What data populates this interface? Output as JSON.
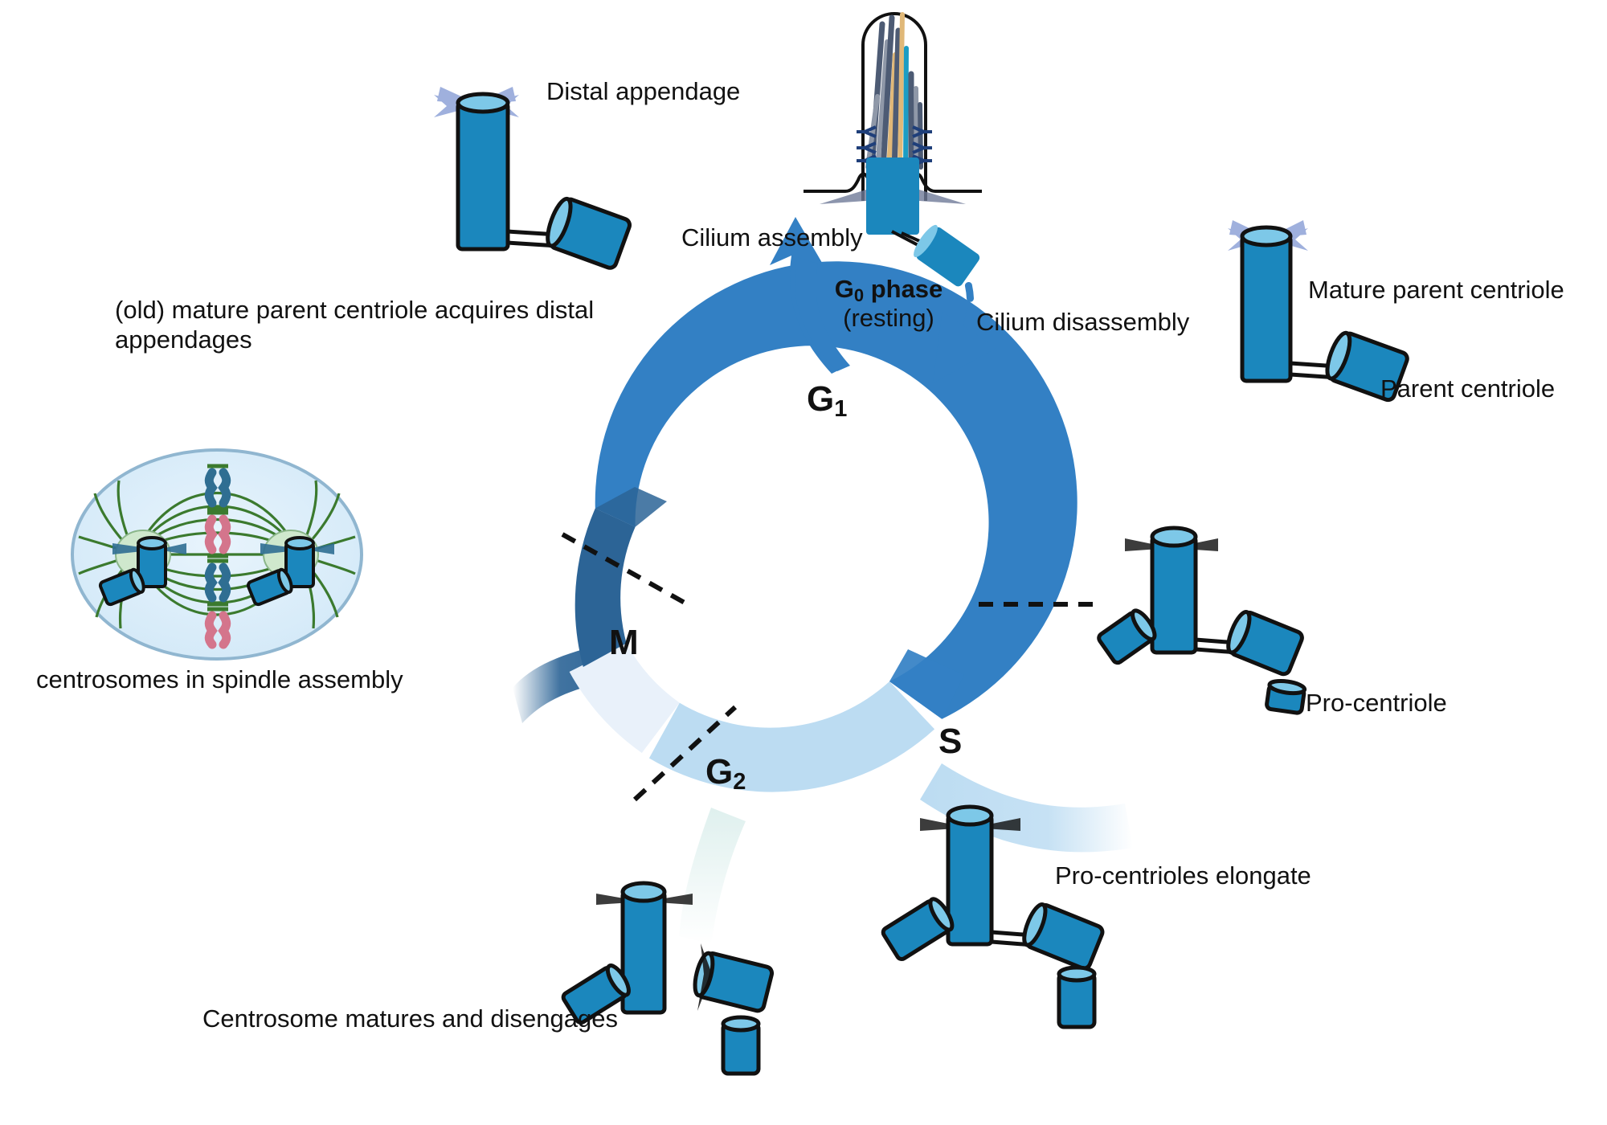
{
  "figure": {
    "title": "Centrosome duplication cycle coupled to the cell cycle",
    "type": "cell-cycle-diagram"
  },
  "cycle": {
    "phases": [
      {
        "id": "g1",
        "letter": "G",
        "sub": "1",
        "label": "G1",
        "color": "#3380c4",
        "start_deg": -93,
        "end_deg": 56
      },
      {
        "id": "s",
        "letter": "S",
        "sub": "",
        "label": "S",
        "color": "#bcdcf2",
        "start_deg": 56,
        "end_deg": 166
      },
      {
        "id": "g2",
        "letter": "G",
        "sub": "2",
        "label": "G2",
        "color": "#e9f1fa",
        "start_deg": 166,
        "end_deg": 222
      },
      {
        "id": "m",
        "letter": "M",
        "sub": "",
        "label": "M",
        "color": "#2c6496",
        "start_deg": 222,
        "end_deg": 267
      }
    ],
    "dashed_dividers": 3
  },
  "g0": {
    "line1": "G0 phase",
    "line1_main": "G",
    "line1_sub": "0",
    "line1_rest": " phase",
    "line2": "(resting)"
  },
  "labels": {
    "distal_appendage": "Distal appendage",
    "cilium_assembly": "Cilium assembly",
    "cilium_disassembly": "Cilium disassembly",
    "old_mature_parent": "(old) mature parent centriole acquires distal\nappendages",
    "centrosomes_spindle": "centrosomes in spindle assembly",
    "mature_parent_centriole": "Mature parent centriole",
    "parent_centriole": "Parent centriole",
    "pro_centriole": "Pro-centriole",
    "pro_centrioles_elongate": "Pro-centrioles elongate",
    "centrosome_matures": "Centrosome matures and disengages"
  },
  "colors": {
    "centriole_fill": "#1b87bd",
    "centriole_cap": "#7dc8e8",
    "centriole_stroke": "#111111",
    "appendage": "#9fb0dd",
    "g1": "#3380c4",
    "s": "#bcdcf2",
    "g2": "#e9f1fa",
    "m": "#2c6496",
    "arrow_blue": "#3380c4",
    "dashed_arrow": "#3380c4",
    "spindle_cell": "#d9ecfa",
    "spindle_cell_edge": "#90b6d0",
    "microtubule": "#3b7a2e",
    "chromosome_blue": "#2f6e92",
    "chromosome_pink": "#d4758c",
    "ptm_green": "#cfe8cd",
    "axoneme_dark": "#4d5b74",
    "axoneme_tan": "#e0b878",
    "axoneme_cyan": "#1b9dc4",
    "membrane": "#111111"
  },
  "artwork": {
    "cilium": {
      "name": "primary-cilium-with-basal-body",
      "microtubule_count": 9
    },
    "spindle": {
      "name": "mitotic-spindle",
      "chromosomes": 4,
      "poles": 2
    }
  }
}
